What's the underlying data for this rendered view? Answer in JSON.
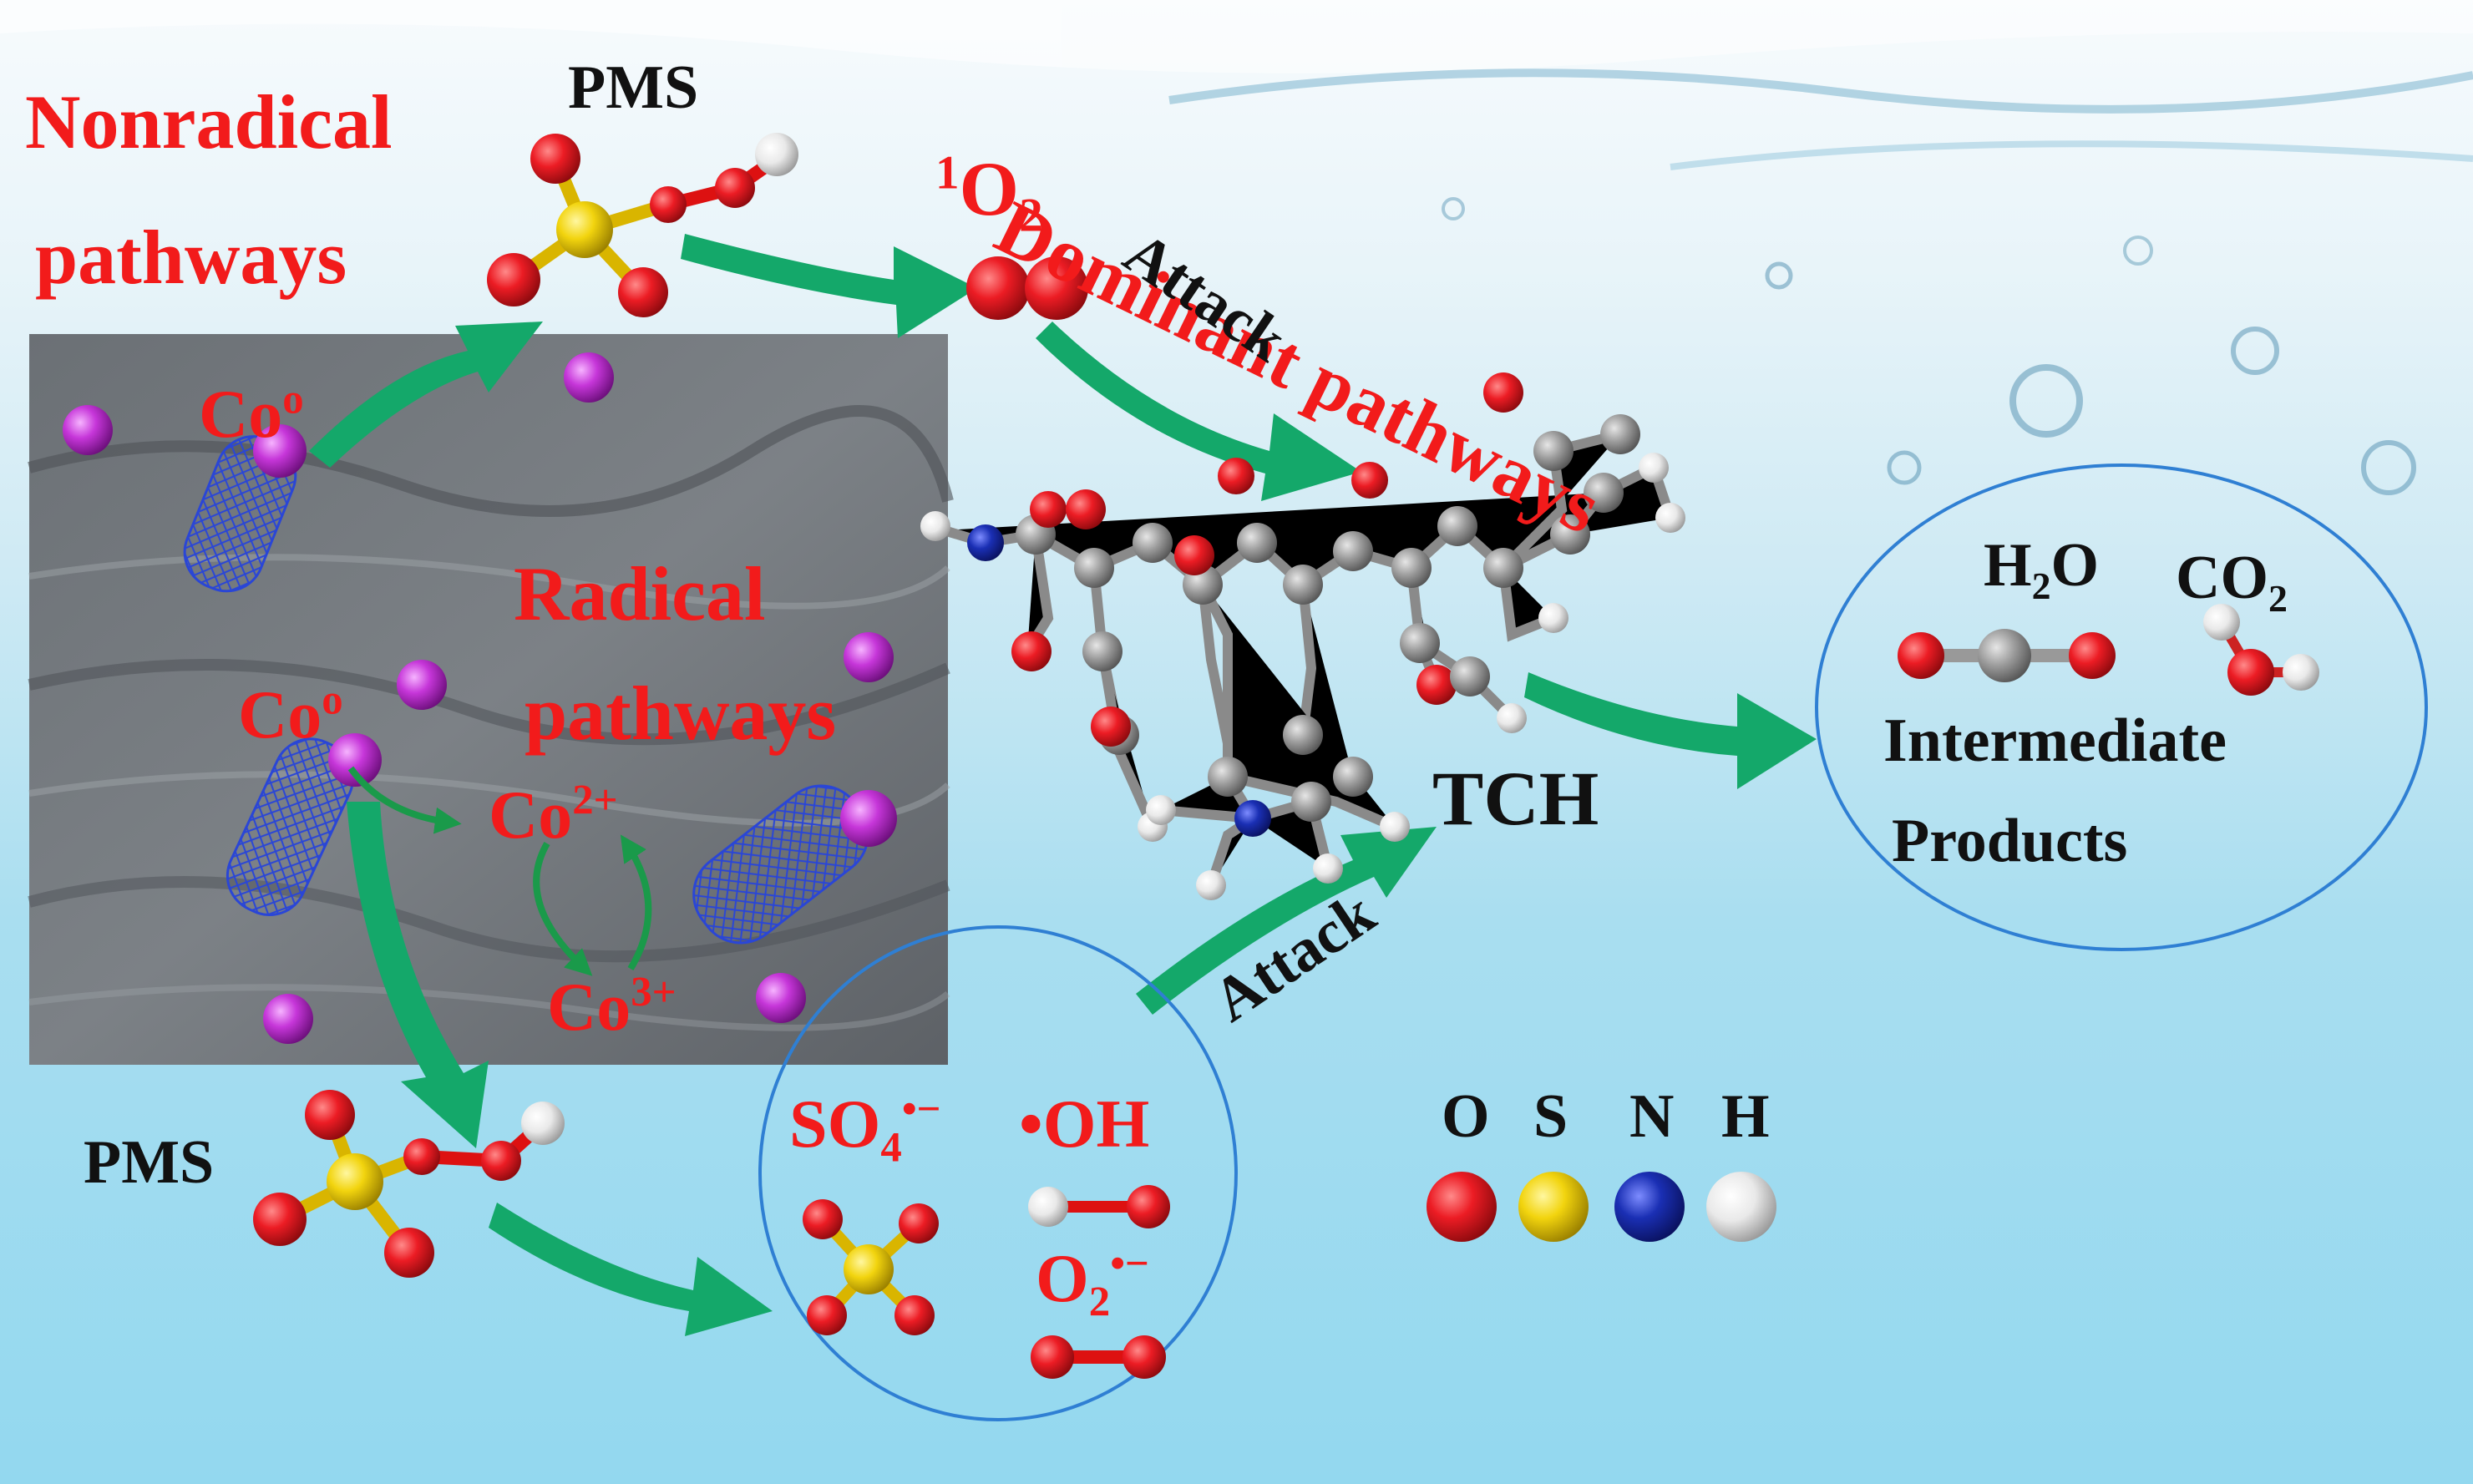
{
  "labels": {
    "nonradical_line1": "Nonradical",
    "nonradical_line2": "pathways",
    "pms_top": "PMS",
    "singlet_oxygen_sup": "1",
    "singlet_oxygen_base": "O",
    "singlet_oxygen_sub": "2",
    "dominant_pathways": "Dominant pathways",
    "attack_top": "Attack",
    "co0_top_base": "Co",
    "co0_top_sup": "o",
    "radical_line1": "Radical",
    "radical_line2": "pathways",
    "co0_mid_base": "Co",
    "co0_mid_sup": "o",
    "co2plus_base": "Co",
    "co2plus_sup": "2+",
    "co3plus_base": "Co",
    "co3plus_sup": "3+",
    "pms_bottom": "PMS",
    "so4_base": "SO",
    "so4_sub": "4",
    "so4_sup": "•−",
    "oh_radical": "•OH",
    "superoxide_base": "O",
    "superoxide_sub": "2",
    "superoxide_sup": "•−",
    "attack_bottom": "Attack",
    "tch": "TCH",
    "h2o_base": "H",
    "h2o_sub": "2",
    "h2o_tail": "O",
    "co2_base": "CO",
    "co2_sub": "2",
    "intermediate": "Intermediate",
    "products": "Products"
  },
  "legend": [
    {
      "symbol": "O",
      "color": "#e8131b"
    },
    {
      "symbol": "S",
      "color": "#f2d40e"
    },
    {
      "symbol": "N",
      "color": "#1a2fb4"
    },
    {
      "symbol": "H",
      "color": "#e9e9e9"
    }
  ],
  "colors": {
    "label_red": "#f21b1b",
    "label_black": "#111111",
    "arrow_green": "#14a86a",
    "circle_blue": "#2f7fd3",
    "cobalt_purple": "#c636d9",
    "nanotube_blue": "#2a46d6",
    "carbon_grey": "#9a9a9a"
  }
}
